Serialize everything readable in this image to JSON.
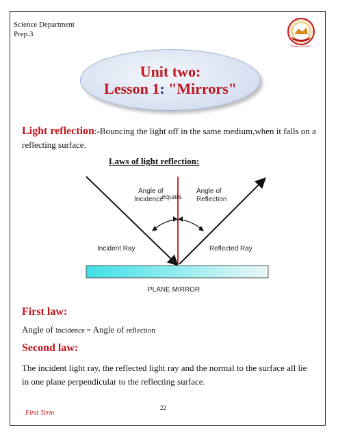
{
  "header": {
    "department": "Science Department",
    "grade": "Prep.3"
  },
  "title": {
    "line1": "Unit two:",
    "lesson_prefix": "Lesson 1",
    "colon": ": ",
    "lesson_topic": "\"Mirrors\""
  },
  "definition": {
    "term": "Light reflection",
    "text": ":-Bouncing the light off in the same medium,when it falls on a reflecting surface."
  },
  "laws_title": "Laws of light reflection:",
  "diagram": {
    "label_incidence_1": "Angle of",
    "label_incidence_2": "Incidence",
    "label_equals": "equals",
    "label_reflection_1": "Angle of",
    "label_reflection_2": "Reflection",
    "label_incident_ray": "Incident Ray",
    "label_reflected_ray": "Reflected Ray",
    "label_mirror": "PLANE MIRROR",
    "colors": {
      "normal": "#c0141c",
      "mirror_start": "#3fe0e6",
      "mirror_end": "#eaf7f8",
      "ray": "#111111"
    }
  },
  "first_law": {
    "heading": "First law:",
    "text_a": "Angle of ",
    "text_b": "Incidence = ",
    "text_c": "Angle of ",
    "text_d": "reflection"
  },
  "second_law": {
    "heading": "Second law:",
    "text": "The incident light ray, the reflected light ray and the normal to the surface all lie in one plane perpendicular to the reflecting surface."
  },
  "footer": {
    "term": "First Term",
    "page": "22"
  },
  "logo": {
    "text": "SAMA SCHOOL"
  }
}
